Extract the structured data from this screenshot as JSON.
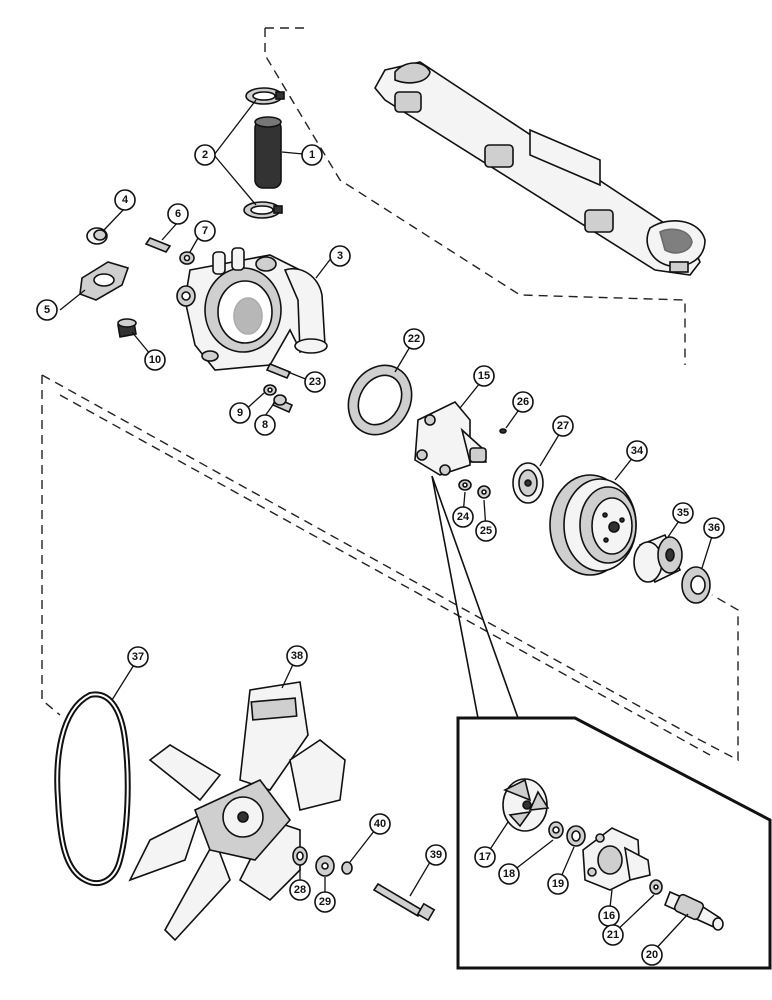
{
  "callouts": [
    {
      "id": "1",
      "label": "1"
    },
    {
      "id": "2",
      "label": "2"
    },
    {
      "id": "3",
      "label": "3"
    },
    {
      "id": "4",
      "label": "4"
    },
    {
      "id": "5",
      "label": "5"
    },
    {
      "id": "6",
      "label": "6"
    },
    {
      "id": "7",
      "label": "7"
    },
    {
      "id": "8",
      "label": "8"
    },
    {
      "id": "9",
      "label": "9"
    },
    {
      "id": "10",
      "label": "10"
    },
    {
      "id": "15",
      "label": "15"
    },
    {
      "id": "16",
      "label": "16"
    },
    {
      "id": "17",
      "label": "17"
    },
    {
      "id": "18",
      "label": "18"
    },
    {
      "id": "19",
      "label": "19"
    },
    {
      "id": "20",
      "label": "20"
    },
    {
      "id": "21",
      "label": "21"
    },
    {
      "id": "22",
      "label": "22"
    },
    {
      "id": "23",
      "label": "23"
    },
    {
      "id": "24",
      "label": "24"
    },
    {
      "id": "25",
      "label": "25"
    },
    {
      "id": "26",
      "label": "26"
    },
    {
      "id": "27",
      "label": "27"
    },
    {
      "id": "28",
      "label": "28"
    },
    {
      "id": "29",
      "label": "29"
    },
    {
      "id": "34",
      "label": "34"
    },
    {
      "id": "35",
      "label": "35"
    },
    {
      "id": "36",
      "label": "36"
    },
    {
      "id": "37",
      "label": "37"
    },
    {
      "id": "38",
      "label": "38"
    },
    {
      "id": "39",
      "label": "39"
    },
    {
      "id": "40",
      "label": "40"
    }
  ]
}
